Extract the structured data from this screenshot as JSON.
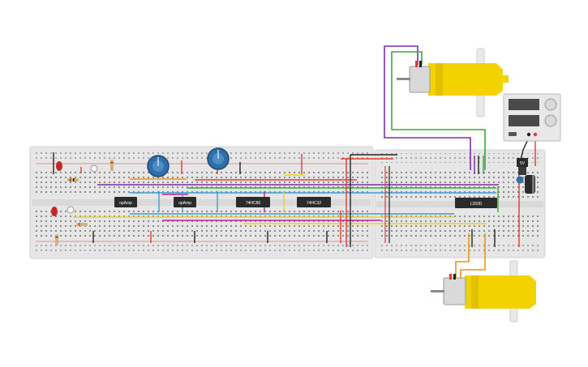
{
  "canvas": {
    "background": "#ffffff"
  },
  "chips": [
    {
      "id": "opamp-1",
      "label": "opAmp"
    },
    {
      "id": "opamp-2",
      "label": "opAmp"
    },
    {
      "id": "74hc86",
      "label": "74HC86"
    },
    {
      "id": "74hc32",
      "label": "74HC32"
    },
    {
      "id": "l293d",
      "label": "L293D"
    }
  ],
  "regulator": {
    "label": "5V"
  },
  "colors": {
    "breadboard": "#e6e6e6",
    "rail_red": "#e53935",
    "rail_black": "#222222",
    "chip": "#2b2b2b",
    "pot": "#2f6ea8",
    "motor_body": "#f2d300",
    "wire_purple": "#7b2fa8",
    "wire_green": "#3aa83a",
    "wire_orange": "#e8951c",
    "wire_yellow": "#efcf1a",
    "wire_blue": "#3b9fd6",
    "wire_magenta": "#c21f9a"
  }
}
